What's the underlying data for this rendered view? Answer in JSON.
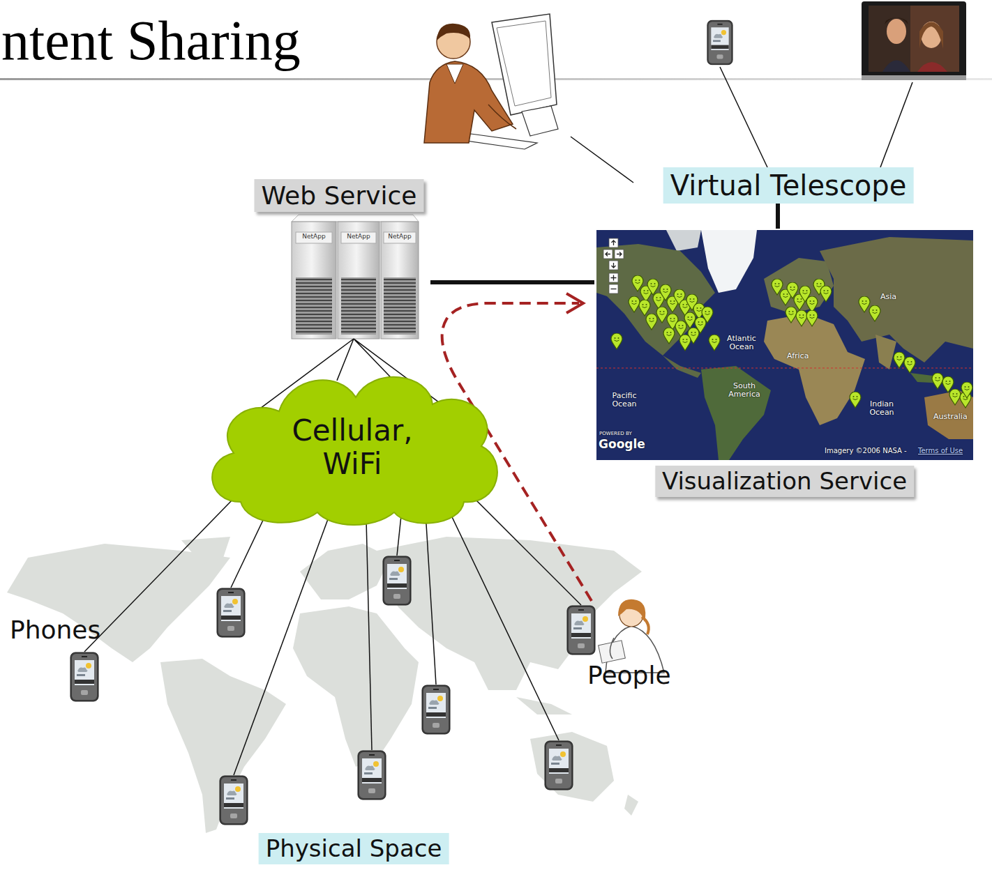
{
  "diagram": {
    "title": "ntent Sharing",
    "nodes": [
      {
        "text": [
          "Virtual Telescope"
        ]
      },
      {
        "text": [
          "Web Service"
        ]
      },
      {
        "text": [
          "Visualization Service"
        ]
      },
      {
        "text": [
          "Cellular, WiFi"
        ]
      },
      {
        "text": [
          "Physical Space"
        ]
      }
    ],
    "edges": [
      {
        "from": 1,
        "to": 3,
        "arrow": "none"
      },
      {
        "from": 1,
        "to": 2,
        "arrow": "none"
      },
      {
        "from": 0,
        "to": 2,
        "arrow": "none"
      }
    ],
    "labels": [
      "Phones",
      "People",
      "NetApp",
      "NetApp",
      "NetApp",
      "Asia",
      "Atlantic Ocean",
      "Africa",
      "South America",
      "Pacific Ocean",
      "Indian Ocean",
      "Australia",
      "POWERED BY",
      "Google",
      "Imagery ©2006 NASA -",
      "Terms of Use"
    ]
  }
}
